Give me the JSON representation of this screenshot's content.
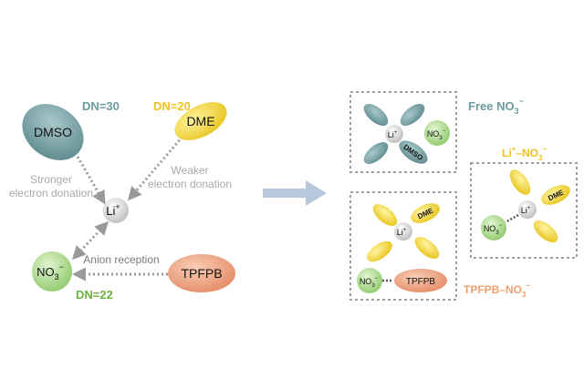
{
  "colors": {
    "dmso": "#6f9a9e",
    "dme": "#f2d53c",
    "li": "#d4d4d4",
    "no3": "#a8d68a",
    "tpfpb": "#ee9f7e",
    "dn_dmso": "#6b9aa0",
    "dn_dme": "#f0c020",
    "dn_no3": "#6db33f",
    "tpfpb_label": "#f0a070",
    "grey_text": "#a8a8a8",
    "arrow": "#9a9a9a",
    "box": "#9e9e9e",
    "big_arrow": "#b7c8dc"
  },
  "left": {
    "dmso_label": "DMSO",
    "dn_dmso": "DN=30",
    "dme_label": "DME",
    "dn_dme": "DN=20",
    "li_base": "Li",
    "li_sup": "+",
    "no3_base": "NO",
    "no3_sub": "3",
    "no3_sup": "−",
    "dn_no3": "DN=22",
    "tpfpb_label": "TPFPB",
    "stronger_line1": "Stronger",
    "stronger_line2": "electron donation",
    "weaker_line1": "Weaker",
    "weaker_line2": "electron donation",
    "anion_reception": "Anion reception"
  },
  "right": {
    "free_base": "Free NO",
    "free_sub": "3",
    "free_sup": "−",
    "lino3_li": "Li",
    "lino3_sup": "+",
    "lino3_mid": "–NO",
    "lino3_sub": "3",
    "lino3_sup2": "−",
    "tpfpb_base": "TPFPB–NO",
    "tpfpb_sub": "3",
    "tpfpb_sup": "−",
    "dmso_small": "DMSO",
    "dme_small": "DME",
    "tpfpb_small": "TPFPB",
    "li_base": "Li",
    "li_sup": "+",
    "no3_base": "NO",
    "no3_sub": "3",
    "no3_sup": "−"
  }
}
